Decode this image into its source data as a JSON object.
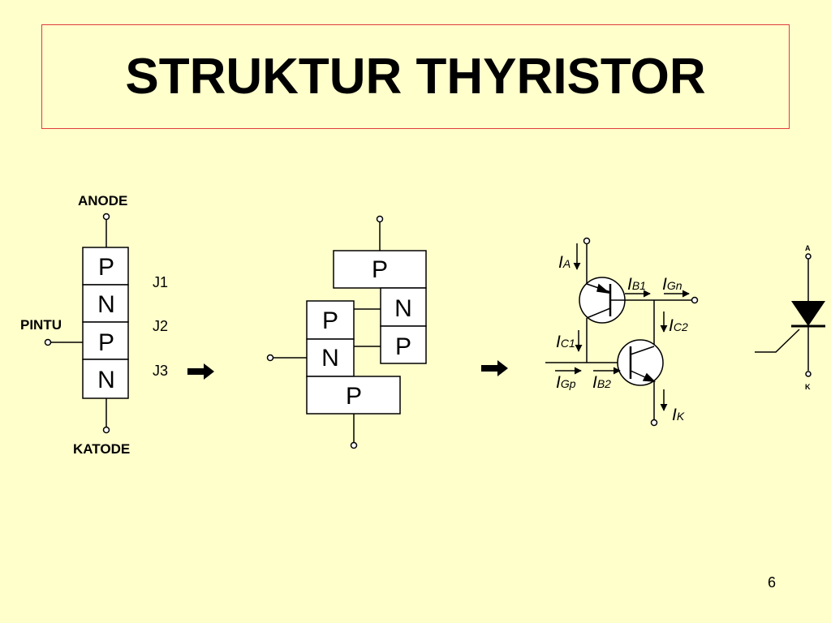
{
  "slide": {
    "title": "STRUKTUR THYRISTOR",
    "page_number": "6",
    "background": "#FFFFCC",
    "title_border_color": "#E03C3C"
  },
  "stack": {
    "anode_label": "ANODE",
    "gate_label": "PINTU",
    "cathode_label": "KATODE",
    "layers": [
      "P",
      "N",
      "P",
      "N"
    ],
    "junctions": [
      "J1",
      "J2",
      "J3"
    ]
  },
  "split": {
    "upper": [
      "P",
      "N",
      "P"
    ],
    "lower": [
      "P",
      "N",
      "P"
    ]
  },
  "transistor_model": {
    "currents": [
      {
        "main": "I",
        "sub": "A"
      },
      {
        "main": "I",
        "sub": "B1"
      },
      {
        "main": "I",
        "sub": "Gn"
      },
      {
        "main": "I",
        "sub": "C2"
      },
      {
        "main": "I",
        "sub": "C1"
      },
      {
        "main": "I",
        "sub": "Gp"
      },
      {
        "main": "I",
        "sub": "B2"
      },
      {
        "main": "I",
        "sub": "K"
      }
    ]
  },
  "symbol": {
    "anode": "A",
    "cathode": "K"
  }
}
